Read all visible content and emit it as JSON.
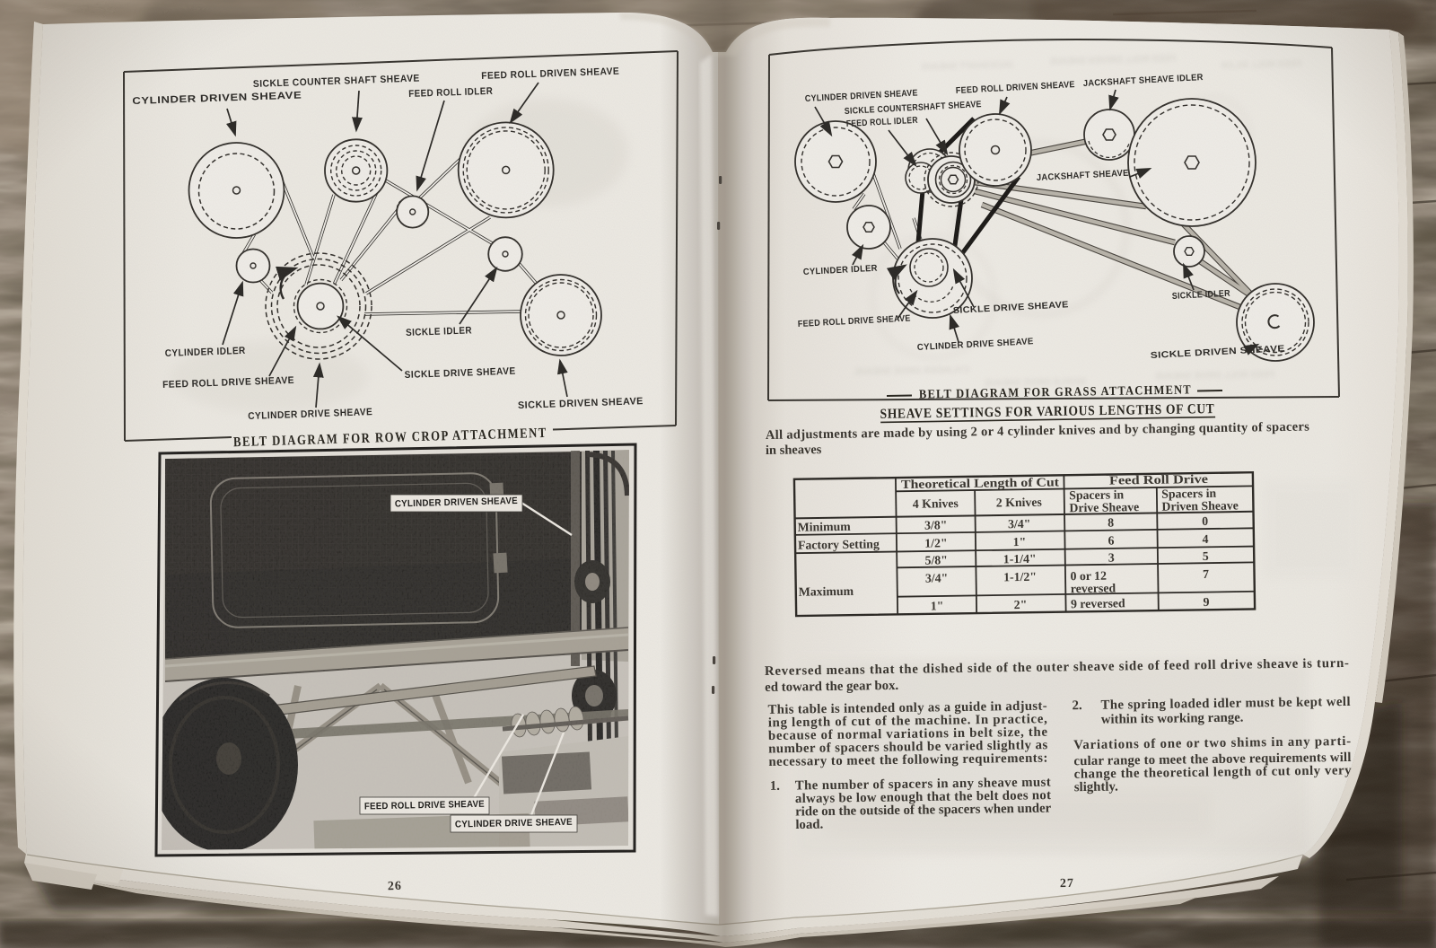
{
  "left_page": {
    "page_number": "26",
    "belt_diagram": {
      "caption": "BELT DIAGRAM FOR ROW CROP ATTACHMENT",
      "labels": {
        "cylinder_driven_sheave": "CYLINDER DRIVEN SHEAVE",
        "sickle_counter_shaft_sheave": "SICKLE COUNTER SHAFT SHEAVE",
        "feed_roll_idler": "FEED ROLL IDLER",
        "feed_roll_driven_sheave": "FEED ROLL DRIVEN SHEAVE",
        "cylinder_idler": "CYLINDER IDLER",
        "feed_roll_drive_sheave": "FEED ROLL DRIVE SHEAVE",
        "cylinder_drive_sheave": "CYLINDER DRIVE SHEAVE",
        "sickle_drive_sheave": "SICKLE DRIVE SHEAVE",
        "sickle_idler": "SICKLE IDLER",
        "sickle_driven_sheave": "SICKLE DRIVEN SHEAVE"
      }
    },
    "photo": {
      "labels": {
        "cylinder_driven_sheave": "CYLINDER DRIVEN SHEAVE",
        "feed_roll_drive_sheave": "FEED ROLL DRIVE SHEAVE",
        "cylinder_drive_sheave": "CYLINDER DRIVE SHEAVE"
      }
    }
  },
  "right_page": {
    "page_number": "27",
    "belt_diagram": {
      "caption": "BELT DIAGRAM FOR GRASS ATTACHMENT",
      "labels": {
        "cylinder_driven_sheave": "CYLINDER DRIVEN SHEAVE",
        "sickle_countershaft_sheave": "SICKLE COUNTERSHAFT SHEAVE",
        "feed_roll_idler": "FEED ROLL IDLER",
        "feed_roll_driven_sheave": "FEED ROLL DRIVEN SHEAVE",
        "jackshaft_sheave_idler": "JACKSHAFT SHEAVE IDLER",
        "jackshaft_sheave": "JACKSHAFT SHEAVE",
        "cylinder_idler": "CYLINDER IDLER",
        "feed_roll_drive_sheave": "FEED ROLL DRIVE SHEAVE",
        "sickle_drive_sheave": "SICKLE DRIVE SHEAVE",
        "cylinder_drive_sheave": "CYLINDER DRIVE SHEAVE",
        "sickle_idler": "SICKLE IDLER",
        "sickle_driven_sheave": "SICKLE DRIVEN SHEAVE"
      }
    },
    "heading": "SHEAVE SETTINGS FOR VARIOUS LENGTHS OF CUT",
    "intro_lines": [
      "All adjustments are made by using 2 or 4 cylinder knives and by changing quantity of spacers",
      "in sheaves"
    ],
    "table": {
      "group_header_1": "Theoretical Length of Cut",
      "group_header_2": "Feed Roll Drive",
      "col_header_1": "4 Knives",
      "col_header_2": "2 Knives",
      "col_header_3_line1": "Spacers in",
      "col_header_3_line2": "Drive Sheave",
      "col_header_4_line1": "Spacers in",
      "col_header_4_line2": "Driven Sheave",
      "rows": [
        {
          "label": "Minimum",
          "knives4": "3/8\"",
          "knives2": "3/4\"",
          "drive": "8",
          "driven": "0"
        },
        {
          "label": "Factory Setting",
          "knives4": "1/2\"",
          "knives2": "1\"",
          "drive": "6",
          "driven": "4"
        },
        {
          "label": "Maximum",
          "knives4": "5/8\"",
          "knives2": "1-1/4\"",
          "drive": "3",
          "driven": "5"
        },
        {
          "knives4": "3/4\"",
          "knives2": "1-1/2\"",
          "drive_line1": "0 or 12",
          "drive_line2": "reversed",
          "driven": "7"
        },
        {
          "knives4": "1\"",
          "knives2": "2\"",
          "drive": "9 reversed",
          "driven": "9"
        }
      ]
    },
    "reversed_note_lines": [
      "Reversed means that the dished side of the outer sheave side of feed roll drive sheave is turn-",
      "ed toward the gear box."
    ],
    "column1_lines": [
      "This table is intended only as a guide in adjust-",
      "ing length of cut of the machine.  In practice,",
      "because of normal variations in belt size, the",
      "number of spacers should be varied slightly as",
      "necessary to meet the following requirements:"
    ],
    "item1_number": "1.",
    "item1_lines": [
      "The number of spacers in any sheave must",
      "always be low enough that the belt does not",
      "ride on the outside of the spacers when under",
      "load."
    ],
    "item2_number": "2.",
    "item2_lines": [
      "The spring loaded idler must be kept well",
      "within its working range."
    ],
    "column2_para_lines": [
      "Variations of one or two shims in any parti-",
      "cular range to meet the above requirements will",
      "change the theoretical length of cut only very",
      "slightly."
    ],
    "ghost_labels": [
      "FEED ROLL DRIVEN SHEAVE",
      "FEED ROLL IDLER",
      "JACKSHAFT SHEAVE",
      "SICKLE DRIVE SHEAVE",
      "FEED ROLL DRIVE SHEAVE",
      "CYLINDER DRIVE SHEAVE"
    ]
  }
}
